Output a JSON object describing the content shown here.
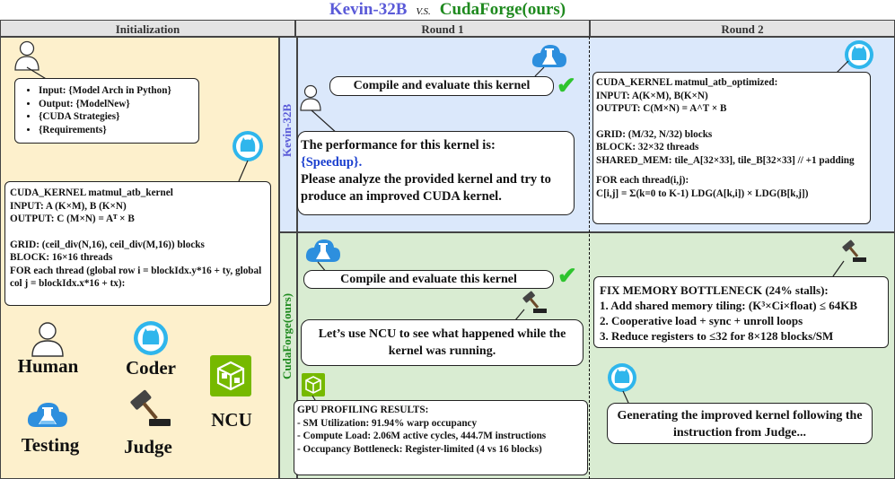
{
  "title": {
    "left": "Kevin-32B",
    "vs": "V.S.",
    "right": "CudaForge(ours)"
  },
  "columns": {
    "init": "Initialization",
    "round1": "Round 1",
    "round2": "Round 2"
  },
  "rows": {
    "kevin": "Kevin-32B",
    "cuda": "CudaForge(ours)"
  },
  "init": {
    "inputs": [
      "Input: {Model Arch in Python}",
      "Output: {ModelNew}",
      "{CUDA Strategies}",
      "{Requirements}"
    ],
    "kernel": [
      "CUDA_KERNEL matmul_atb_kernel",
      "INPUT:  A (K×M), B (K×N)",
      "OUTPUT: C (M×N) = Aᵀ × B",
      "",
      "GRID:  (ceil_div(N,16), ceil_div(M,16)) blocks",
      "BLOCK: 16×16 threads",
      "FOR each thread (global row i = blockIdx.y*16 + ty,  global col j = blockIdx.x*16 + tx):"
    ],
    "legend": {
      "human": "Human",
      "coder": "Coder",
      "ncu": "NCU",
      "testing": "Testing",
      "judge": "Judge"
    }
  },
  "kevin_r1": {
    "compile": "Compile and evaluate this kernel",
    "feedback_1": "The performance for this kernel is:",
    "feedback_speedup": "{Speedup}.",
    "feedback_2": "Please analyze the provided kernel and try to produce an improved CUDA kernel."
  },
  "kevin_r2": {
    "kernel": [
      "CUDA_KERNEL matmul_atb_optimized:",
      "  INPUT:  A(K×M), B(K×N)",
      "  OUTPUT: C(M×N) = A^T × B",
      "",
      "  GRID: (M/32, N/32) blocks",
      "  BLOCK: 32×32 threads",
      "  SHARED_MEM: tile_A[32×33], tile_B[32×33]  // +1 padding",
      "",
      "  FOR each thread(i,j):",
      "    C[i,j] = Σ(k=0 to K-1) LDG(A[k,i]) × LDG(B[k,j])"
    ]
  },
  "cuda_r1": {
    "compile": "Compile and evaluate this kernel",
    "judge_msg": "Let’s use NCU to see what happened while the kernel was running.",
    "profiling": [
      "GPU PROFILING RESULTS:",
      "- SM Utilization: 91.94% warp occupancy",
      "- Compute Load: 2.06M active cycles, 444.7M instructions",
      "- Occupancy Bottleneck: Register-limited (4 vs 16 blocks)"
    ]
  },
  "cuda_r2": {
    "fix": [
      "FIX MEMORY BOTTLENECK (24% stalls):",
      "1. Add shared memory tiling: (K³×Ci×float) ≤ 64KB",
      "2. Cooperative load + sync + unroll loops",
      "3. Reduce registers to ≤32 for 8×128 blocks/SM"
    ],
    "coder_msg": "Generating the improved kernel following the instruction from Judge..."
  },
  "colors": {
    "init_bg": "#fdf0cc",
    "kevin_bg": "#dbe8fb",
    "cuda_bg": "#d9ecd2",
    "kevin_text": "#5a5ad8",
    "cuda_text": "#1f8a1f",
    "speedup": "#1a3fcf"
  }
}
